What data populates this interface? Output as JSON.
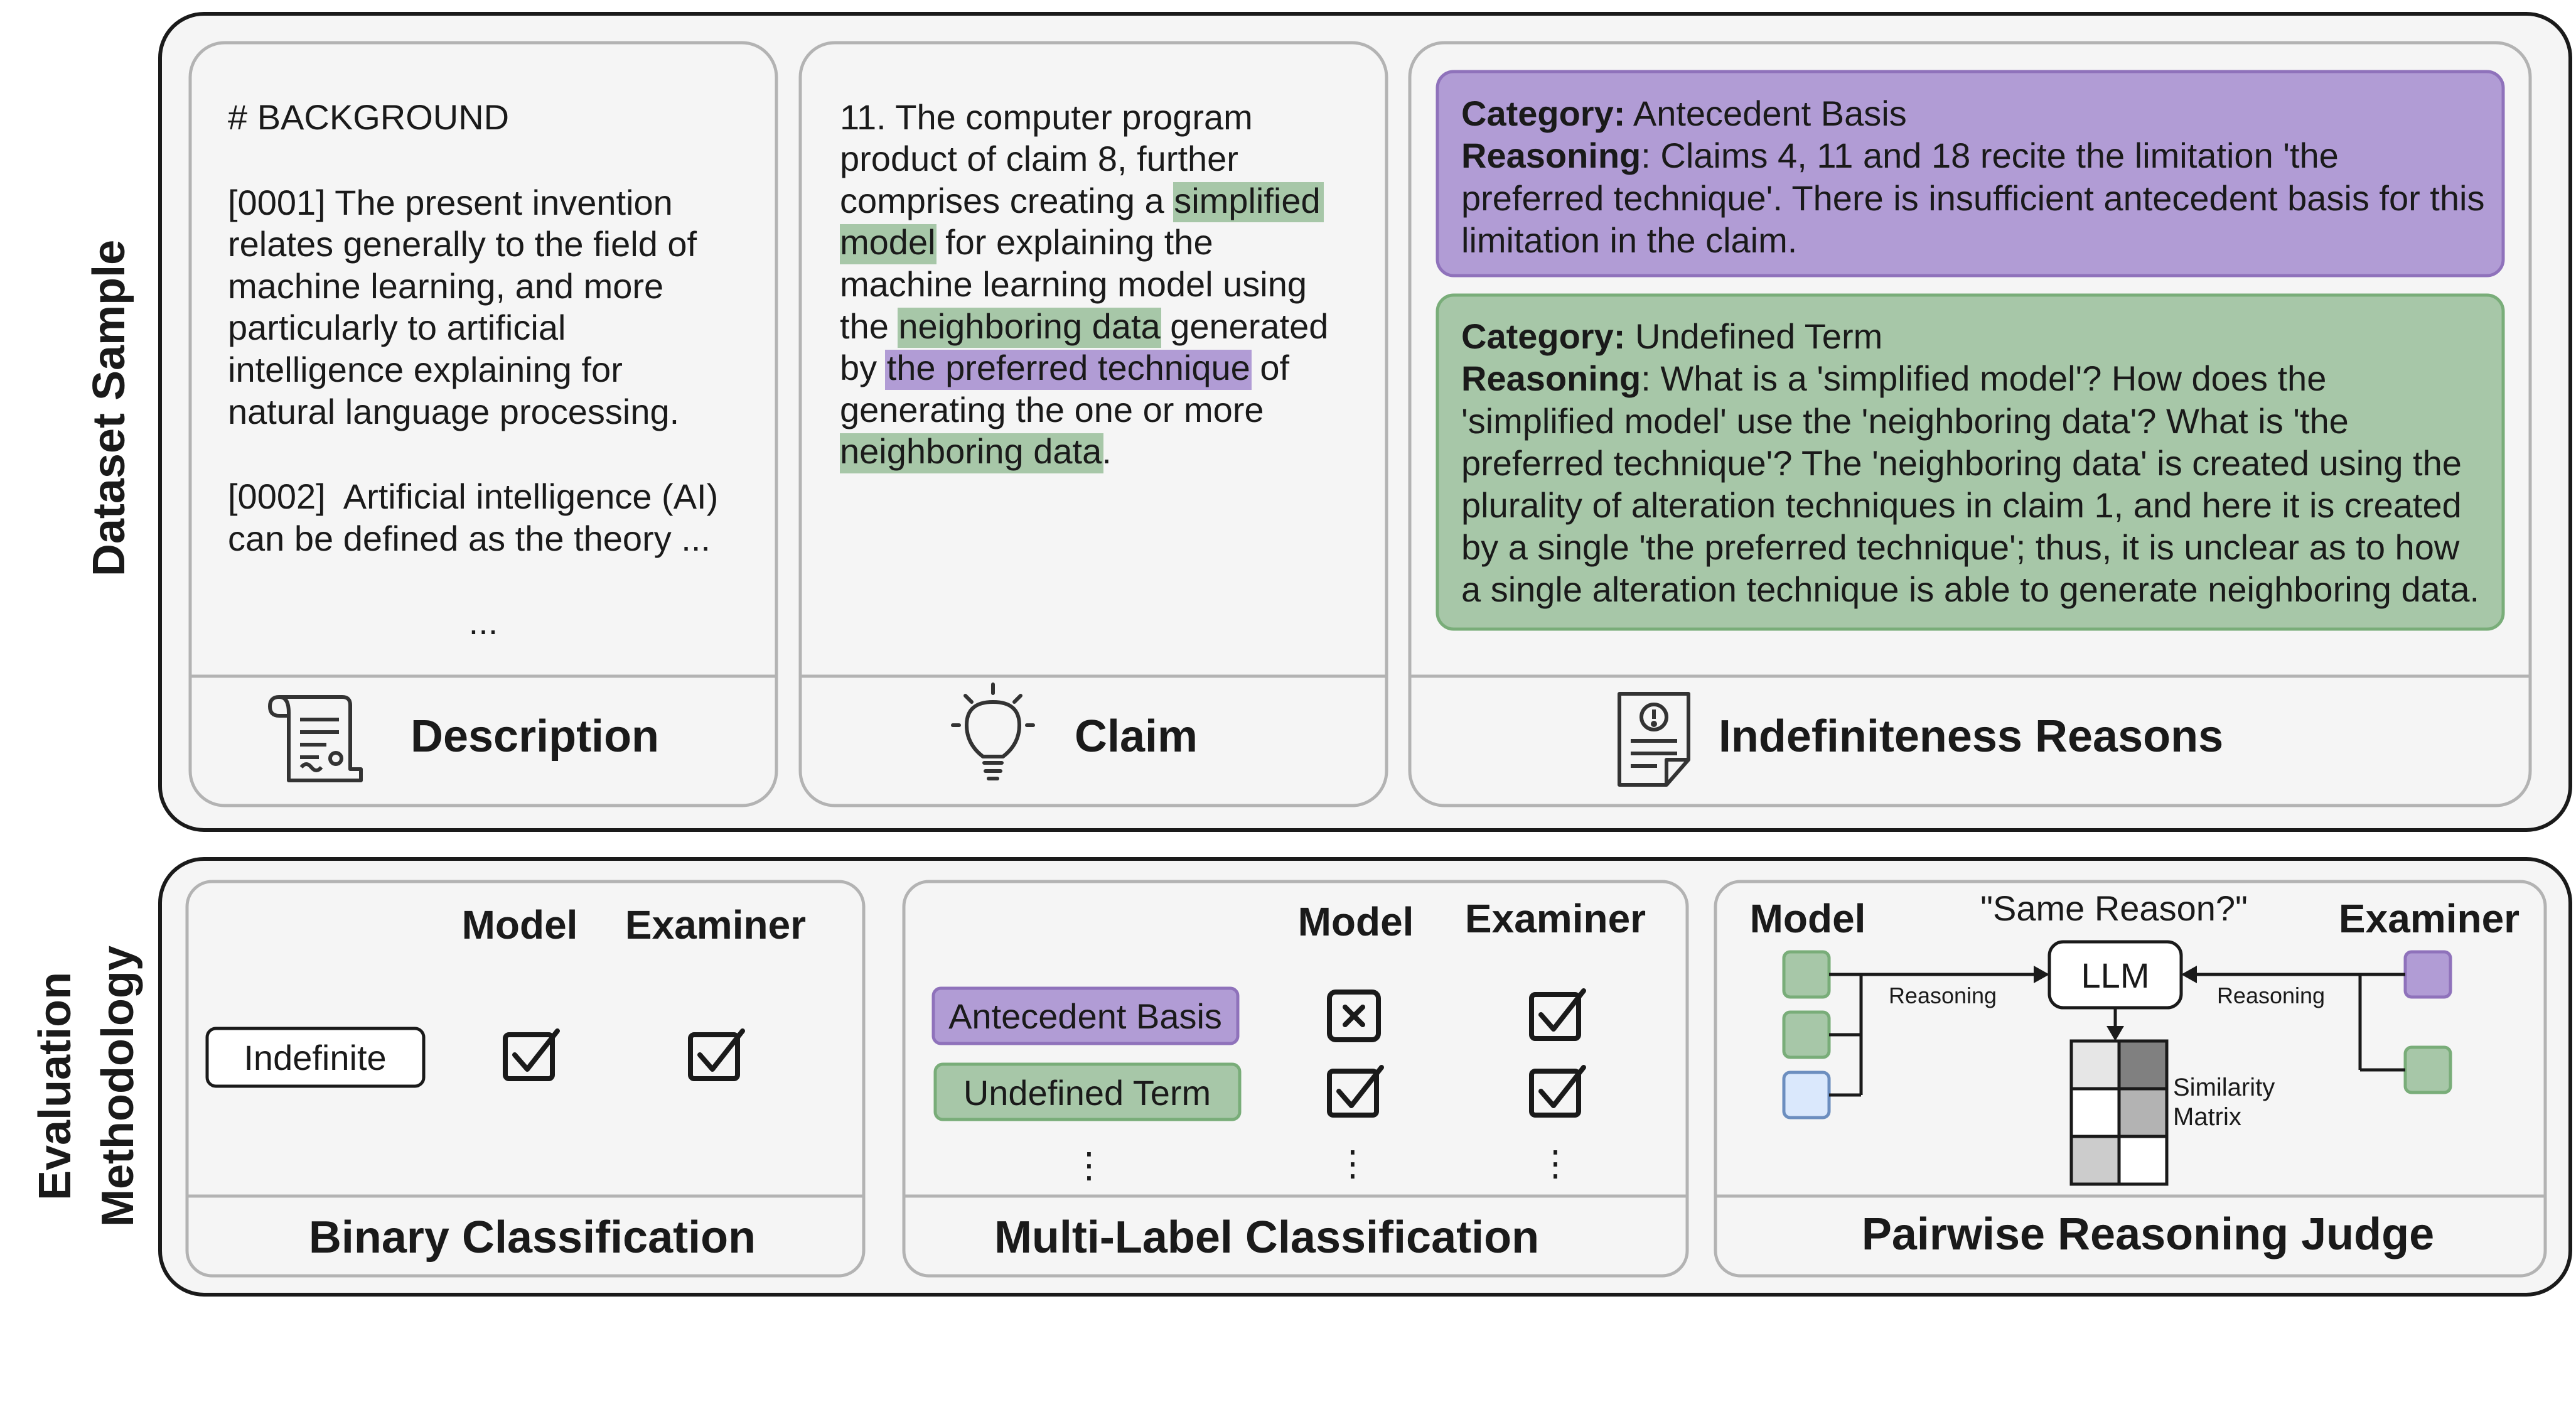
{
  "side_labels": {
    "dataset": "Dataset Sample",
    "evaluation_line1": "Evaluation",
    "evaluation_line2": "Methodology"
  },
  "description": {
    "lines": [
      "# BACKGROUND",
      "",
      "[0001] The present invention",
      "relates generally to the field of",
      "machine learning, and more",
      "particularly to artificial",
      "intelligence explaining for",
      "natural language processing.",
      "",
      "[0002]  Artificial intelligence (AI)",
      "can be defined as the theory ..."
    ],
    "ellipsis": "...",
    "footer": "Description",
    "icon": "document-scroll-icon"
  },
  "claim": {
    "line1": "11. The computer program",
    "line2": "product of claim 8, further",
    "line3_pre": "comprises creating a ",
    "line3_hl": "simplified",
    "line4_hl": "model",
    "line4_post": " for explaining the",
    "line5": "machine learning model using",
    "line6_pre": "the ",
    "line6_hl": "neighboring data",
    "line6_post": " generated",
    "line7_pre": "by ",
    "line7_hl": "the preferred technique",
    "line7_post": " of",
    "line8": "generating the one or more",
    "line9_hl": "neighboring data",
    "line9_post": ".",
    "footer": "Claim",
    "icon": "lightbulb-icon"
  },
  "reasons": {
    "antecedent": {
      "category_label": "Category:",
      "category_value": " Antecedent Basis",
      "reasoning_label": "Reasoning",
      "line1_rest": ": Claims 4, 11 and 18 recite the limitation 'the",
      "line2": "preferred technique'. There is insufficient antecedent basis for this",
      "line3": "limitation in the claim."
    },
    "undefined": {
      "category_label": "Category:",
      "category_value": " Undefined Term",
      "reasoning_label": "Reasoning",
      "line1_rest": ": What is a 'simplified model'? How does the",
      "line2": "'simplified model' use the 'neighboring data'? What is 'the",
      "line3": "preferred technique'? The 'neighboring data' is created using the",
      "line4": "plurality of alteration techniques in claim 1, and here it is created",
      "line5": "by a single 'the preferred technique'; thus, it is unclear as to how",
      "line6": "a single alteration technique is able to generate neighboring data."
    },
    "footer": "Indefiniteness Reasons",
    "icon": "document-warning-icon"
  },
  "binary": {
    "model": "Model",
    "examiner": "Examiner",
    "label": "Indefinite",
    "footer": "Binary Classification"
  },
  "multilabel": {
    "model": "Model",
    "examiner": "Examiner",
    "label1": "Antecedent Basis",
    "label2": "Undefined Term",
    "dots": "⋮",
    "footer": "Multi-Label Classification"
  },
  "pairwise": {
    "model": "Model",
    "examiner": "Examiner",
    "question": "\"Same Reason?\"",
    "llm": "LLM",
    "reasoning_left": "Reasoning",
    "reasoning_right": "Reasoning",
    "similarity1": "Similarity",
    "similarity2": "Matrix",
    "footer": "Pairwise Reasoning Judge"
  },
  "colors": {
    "purple": "#b19cd5",
    "purple_stroke": "#8f72bb",
    "green": "#a7c7a8",
    "green_stroke": "#79ad79",
    "green_hl": "#a7c7a8",
    "purple_hl": "#b19cd5",
    "light_blue": "#dae8fc",
    "blue_stroke": "#6c8ebf",
    "panel_fill": "#f5f5f5",
    "panel_stroke": "#b3b3b3"
  }
}
